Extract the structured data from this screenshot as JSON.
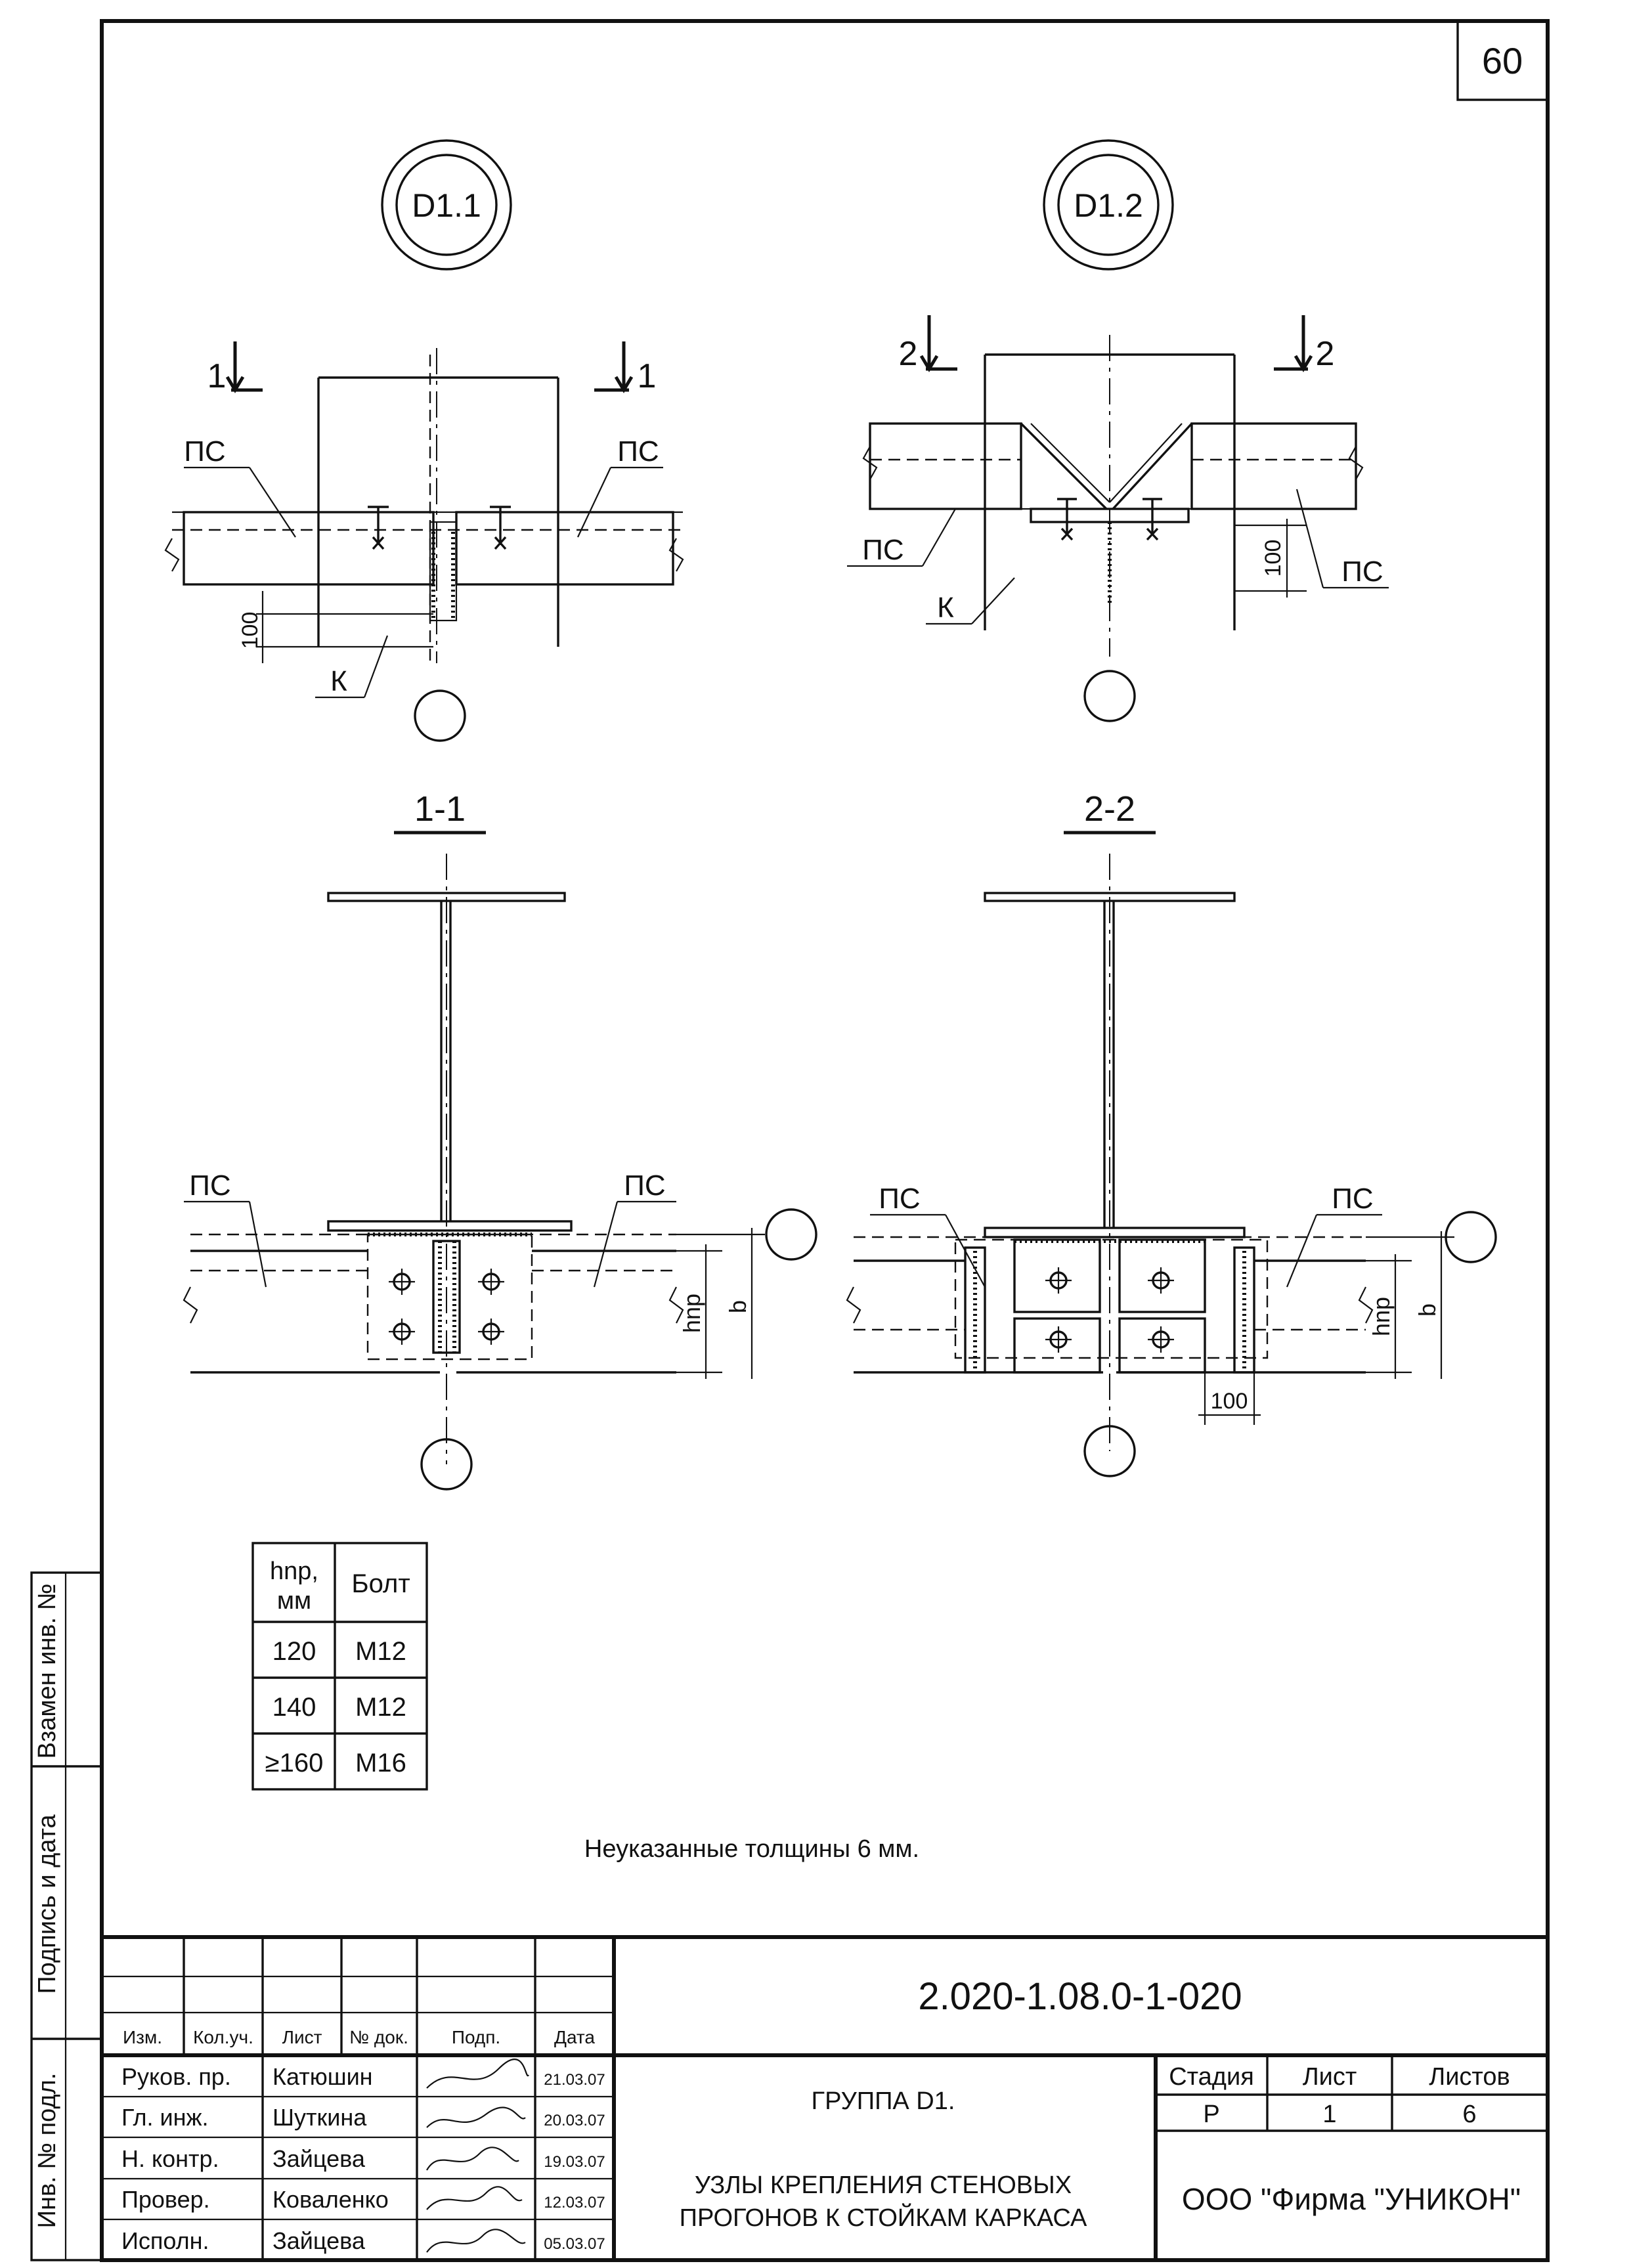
{
  "sheet_number": "60",
  "nodes": {
    "d1_1": "D1.1",
    "d1_2": "D1.2"
  },
  "section_marks": {
    "s1": "1",
    "s2": "2"
  },
  "section_titles": {
    "s1": "1-1",
    "s2": "2-2"
  },
  "labels": {
    "ps": "ПС",
    "k": "К",
    "dim100": "100",
    "hnp": "hnp",
    "b": "b"
  },
  "bolt_table": {
    "headers": [
      "hnp,\nмм",
      "Болт"
    ],
    "header1_line1": "hnp,",
    "header1_line2": "мм",
    "header2": "Болт",
    "rows": [
      {
        "h": "120",
        "bolt": "M12"
      },
      {
        "h": "140",
        "bolt": "M12"
      },
      {
        "h": "≥160",
        "bolt": "M16"
      }
    ]
  },
  "note": "Неуказанные толщины 6 мм.",
  "side_stamp": {
    "inv_replace": "Взамен инв. №",
    "sign_date": "Подпись и дата",
    "inv_orig": "Инв. № подл."
  },
  "title_block": {
    "doc_code": "2.020-1.08.0-1-020",
    "col_headers": [
      "Изм.",
      "Кол.уч.",
      "Лист",
      "№ док.",
      "Подп.",
      "Дата"
    ],
    "people": [
      {
        "role": "Руков. пр.",
        "name": "Катюшин",
        "date": "21.03.07"
      },
      {
        "role": "Гл. инж.",
        "name": "Шуткина",
        "date": "20.03.07"
      },
      {
        "role": "Н. контр.",
        "name": "Зайцева",
        "date": "19.03.07"
      },
      {
        "role": "Провер.",
        "name": "Коваленко",
        "date": "12.03.07"
      },
      {
        "role": "Исполн.",
        "name": "Зайцева",
        "date": "05.03.07"
      }
    ],
    "group": "ГРУППА D1.",
    "title_line1": "УЗЛЫ КРЕПЛЕНИЯ СТЕНОВЫХ",
    "title_line2": "ПРОГОНОВ К СТОЙКАМ КАРКАСА",
    "stage_label": "Стадия",
    "sheet_label": "Лист",
    "sheets_label": "Листов",
    "stage": "Р",
    "sheet": "1",
    "sheets": "6",
    "company": "ООО  \"Фирма \"УНИКОН\""
  }
}
